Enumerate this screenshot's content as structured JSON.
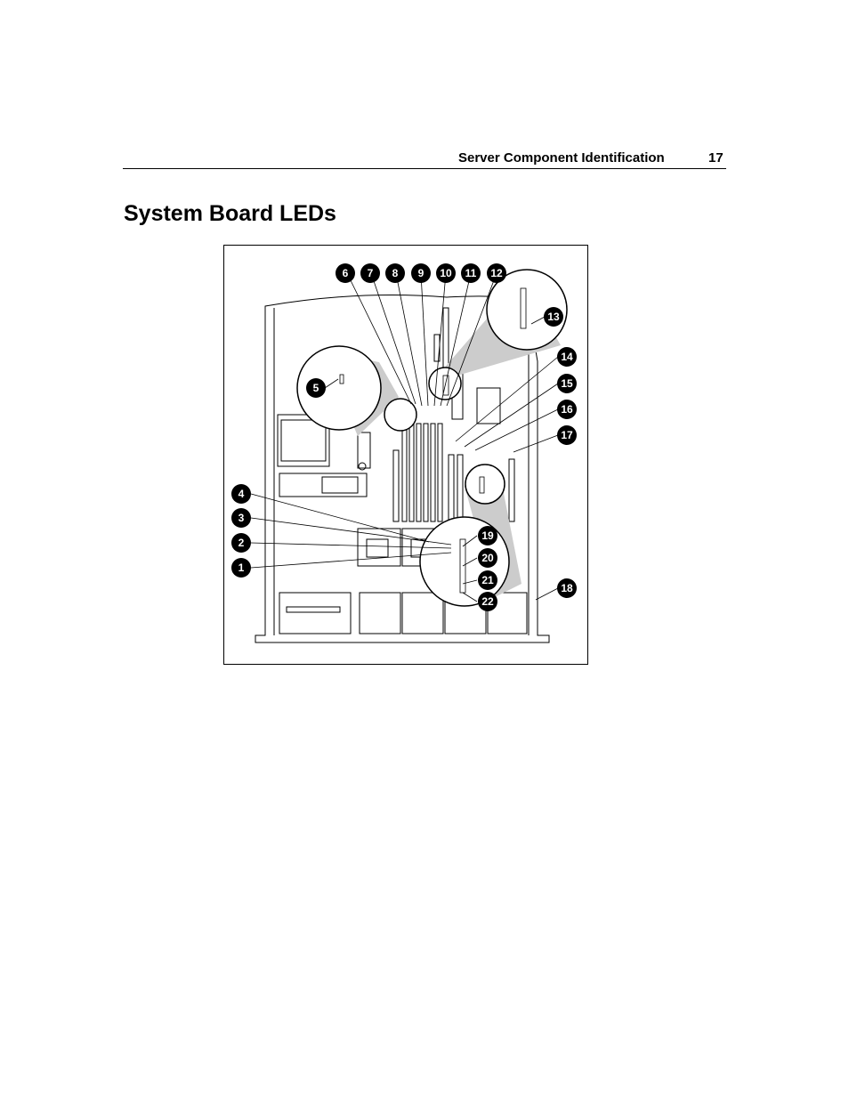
{
  "header": {
    "section_title": "Server Component Identification",
    "page_number": "17"
  },
  "page_title": "System Board LEDs",
  "figure": {
    "callouts": [
      "1",
      "2",
      "3",
      "4",
      "5",
      "6",
      "7",
      "8",
      "9",
      "10",
      "11",
      "12",
      "13",
      "14",
      "15",
      "16",
      "17",
      "18",
      "19",
      "20",
      "21",
      "22"
    ]
  }
}
